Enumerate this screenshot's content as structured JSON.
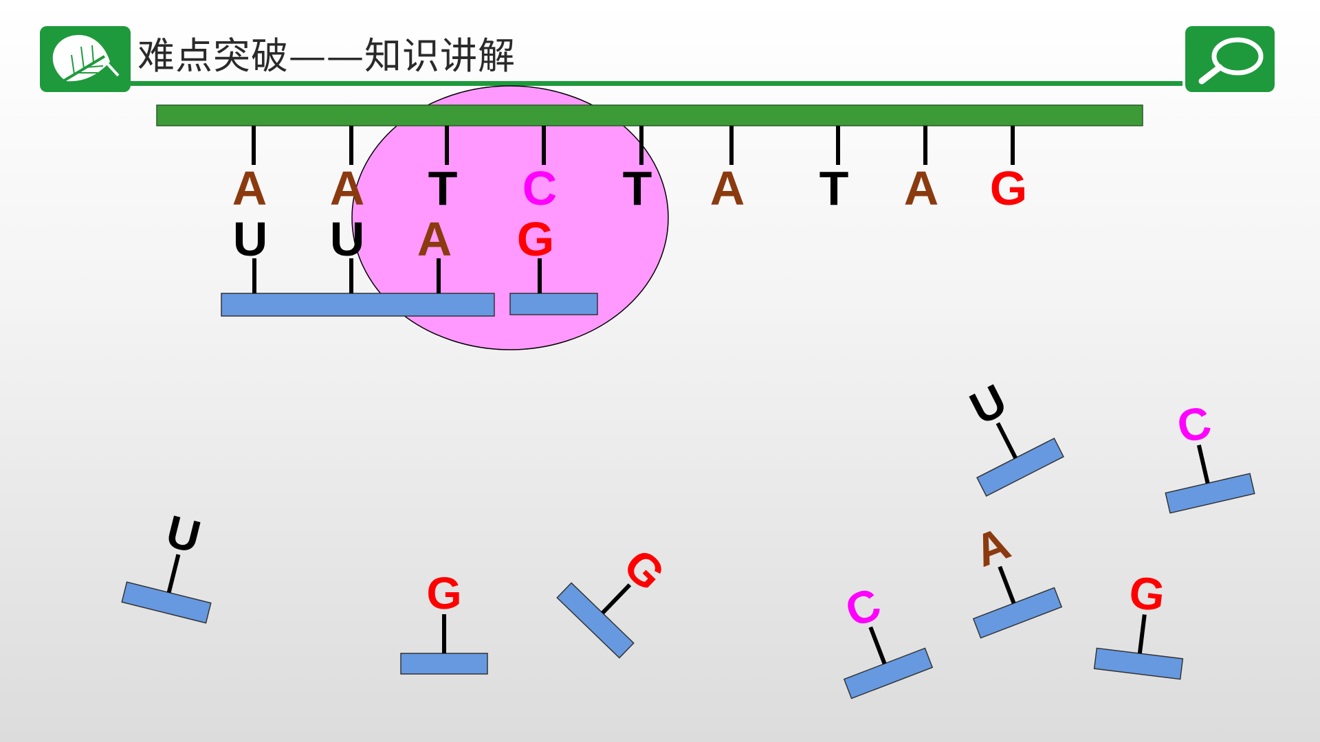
{
  "header": {
    "title": "难点突破——知识讲解",
    "leaf_icon": "leaf-icon",
    "search_icon": "magnifier-icon"
  },
  "colors": {
    "header_green": "#1e9a3c",
    "dna_strand": "#3c9a37",
    "rna_backbone": "#6699e0",
    "polymerase": "#ff99ff",
    "A": "#8b3a0f",
    "T": "#000000",
    "U": "#000000",
    "C": "#ff00ff",
    "G": "#ff0000"
  },
  "template_strand": {
    "bases": [
      "A",
      "A",
      "T",
      "C",
      "T",
      "A",
      "T",
      "A",
      "G"
    ]
  },
  "rna_strand": {
    "bases": [
      "U",
      "U",
      "A",
      "G"
    ]
  },
  "free_nucleotides": {
    "bases": [
      "U",
      "G",
      "G",
      "U",
      "C",
      "C",
      "A",
      "G"
    ]
  }
}
